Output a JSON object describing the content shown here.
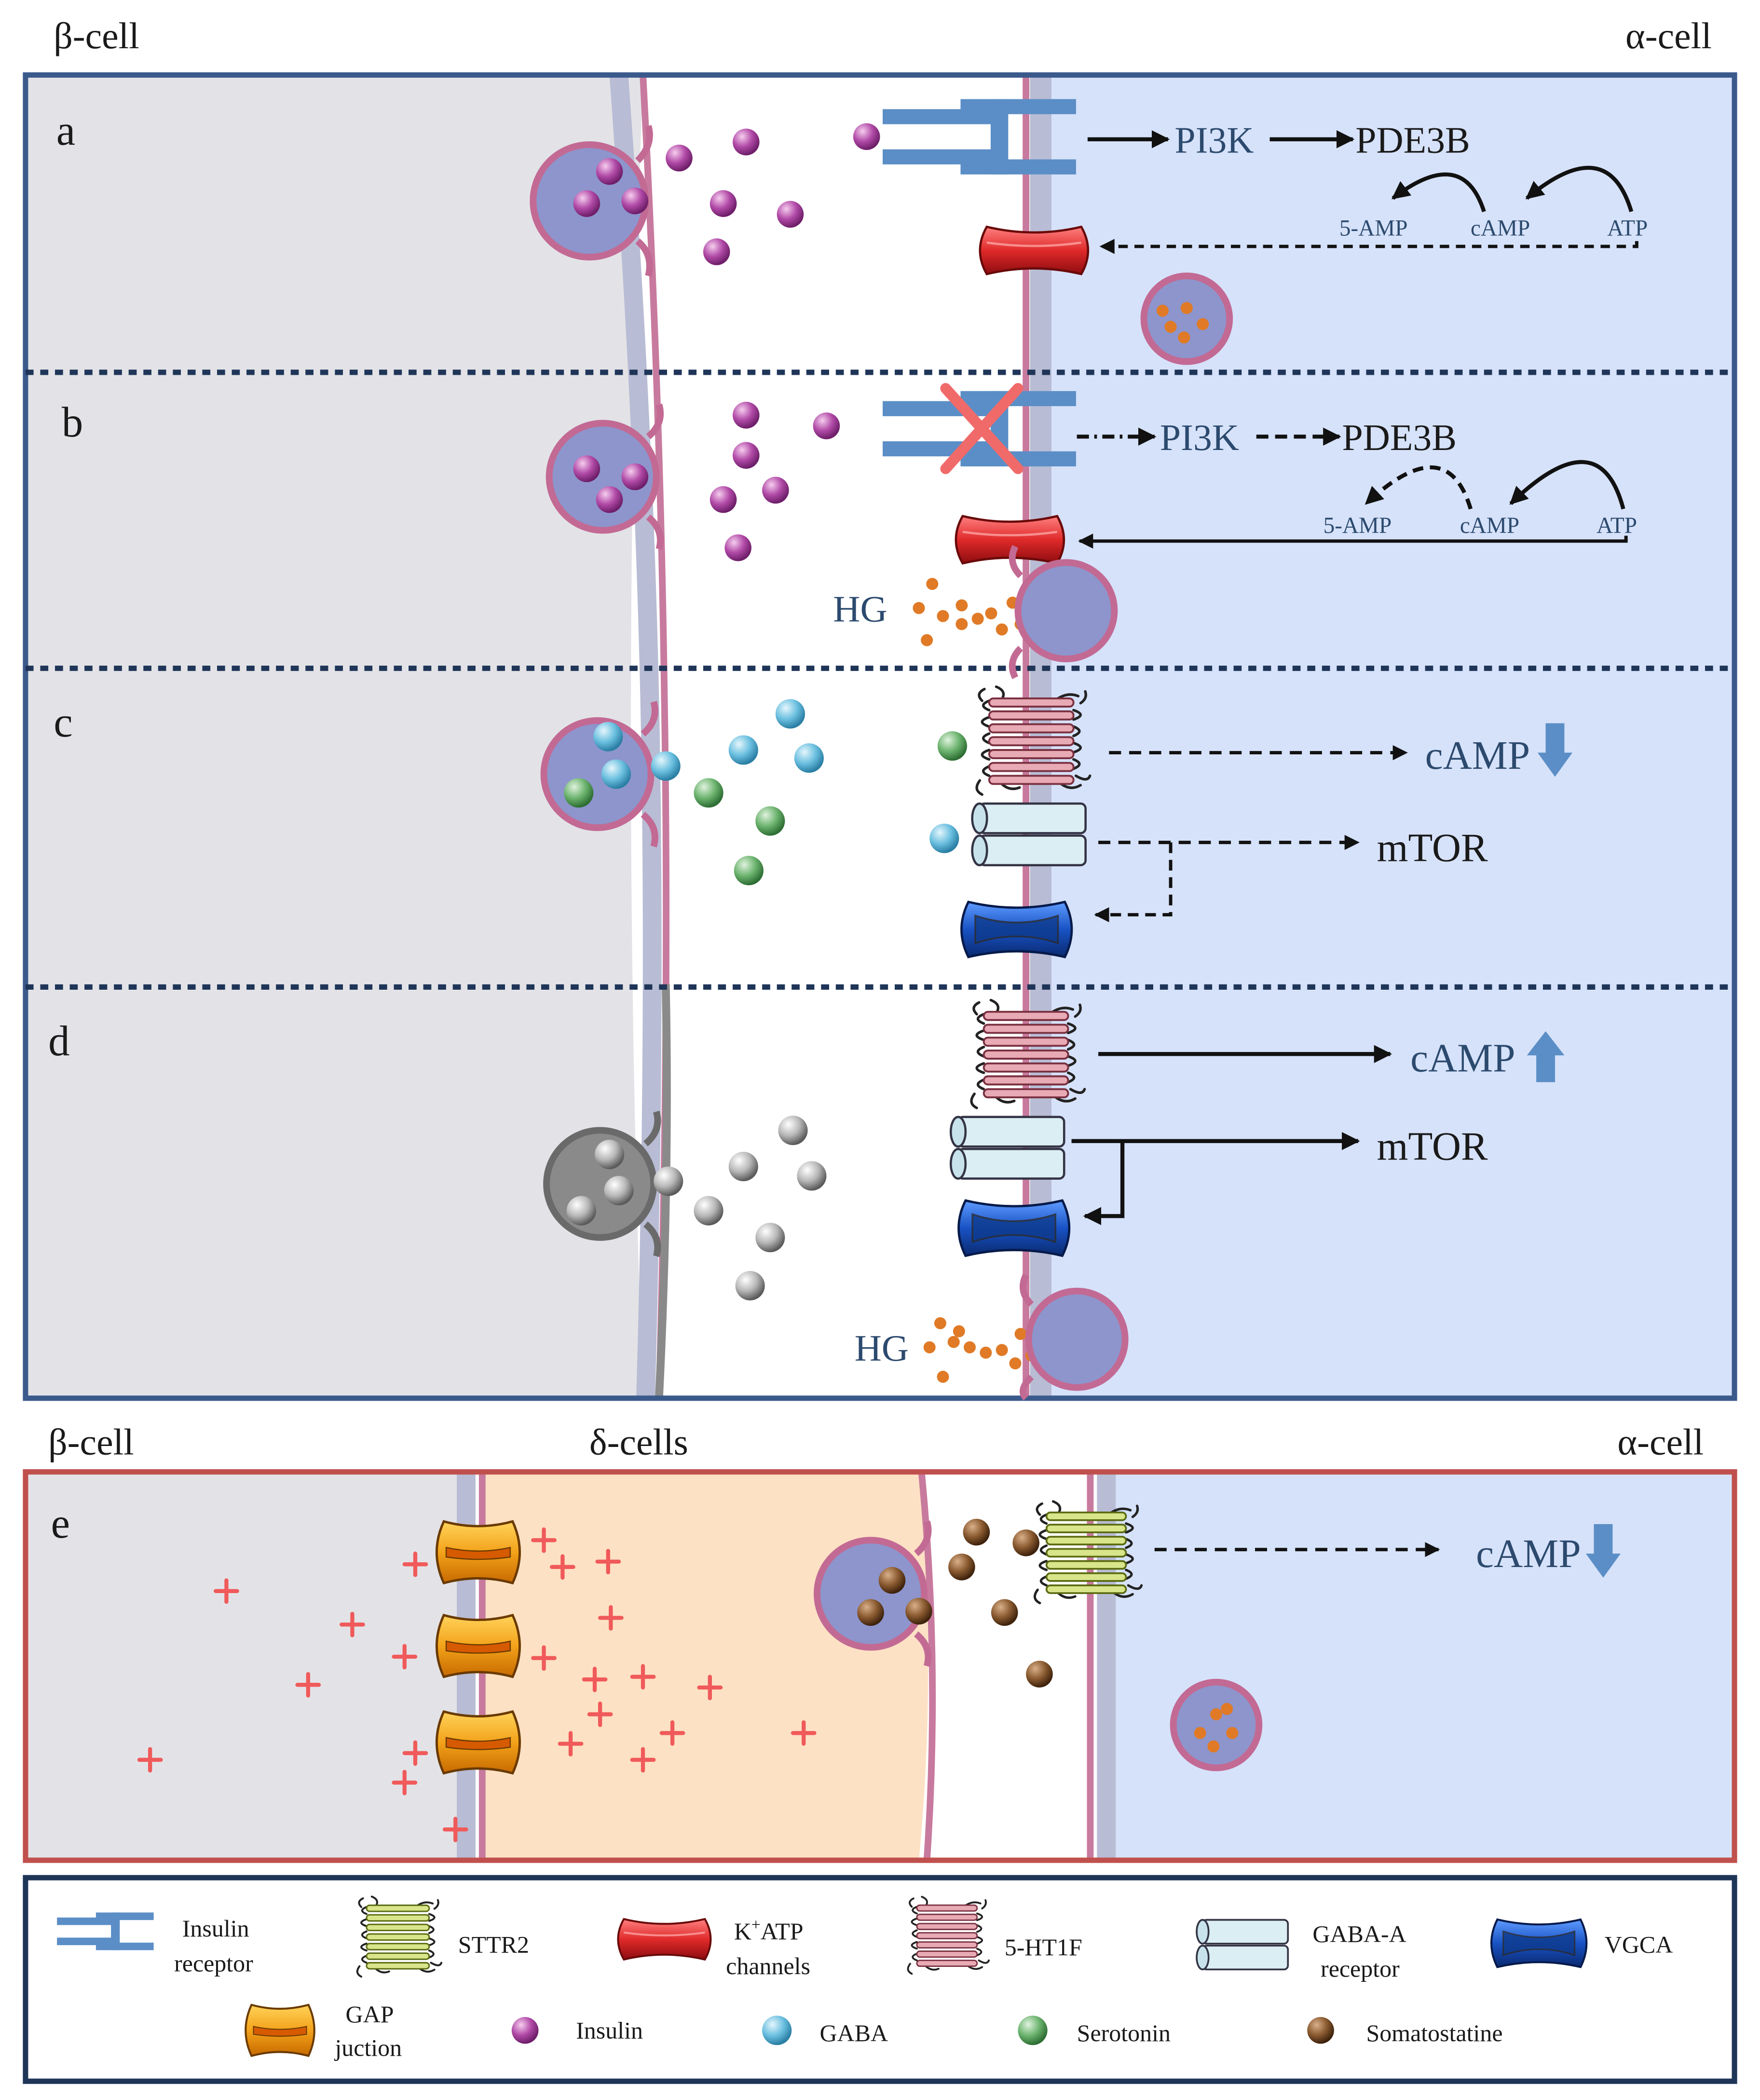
{
  "headers": {
    "top_left": "β-cell",
    "top_right": "α-cell",
    "bottom_left": "β-cell",
    "bottom_center": "δ-cells",
    "bottom_right": "α-cell"
  },
  "panels": {
    "a": {
      "letter": "a",
      "pi3k": "PI3K",
      "pde3b": "PDE3B",
      "amp5": "5-AMP",
      "camp": "cAMP",
      "atp": "ATP"
    },
    "b": {
      "letter": "b",
      "pi3k": "PI3K",
      "pde3b": "PDE3B",
      "amp5": "5-AMP",
      "camp": "cAMP",
      "atp": "ATP",
      "hg": "HG"
    },
    "c": {
      "letter": "c",
      "camp": "cAMP",
      "mtor": "mTOR"
    },
    "d": {
      "letter": "d",
      "camp": "cAMP",
      "mtor": "mTOR",
      "hg": "HG"
    },
    "e": {
      "letter": "e",
      "camp": "cAMP"
    }
  },
  "legend": {
    "insulin_receptor": [
      "Insulin",
      "receptor"
    ],
    "sttr2": "STTR2",
    "katp": [
      "ATP",
      "channels"
    ],
    "katp_prefix": "K",
    "katp_sup": "+",
    "ht1f": "5-HT1F",
    "gaba_a": [
      "GABA-A",
      "receptor"
    ],
    "vgca": "VGCA",
    "gap": [
      "GAP",
      "juction"
    ],
    "insulin": "Insulin",
    "gaba": "GABA",
    "serotonin": "Serotonin",
    "somatostatine": "Somatostatine"
  },
  "colors": {
    "beta_cell_bg": "#e3e3e7",
    "alpha_cell_bg": "#d6e2fa",
    "delta_cell_bg": "#fde1c4",
    "upper_frame": "#3b5a8c",
    "lower_frame": "#c0504d",
    "legend_frame": "#1f3558",
    "insulin": "#a0409a",
    "gaba": "#5bb4d6",
    "serotonin": "#5fa864",
    "somatostatin": "#7a4a22",
    "katp": "#d8232a",
    "vgca": "#1a52b8",
    "insulin_receptor": "#5b8ec6",
    "plus_sign": "#f05a5a",
    "glucose": "#e07a26"
  }
}
